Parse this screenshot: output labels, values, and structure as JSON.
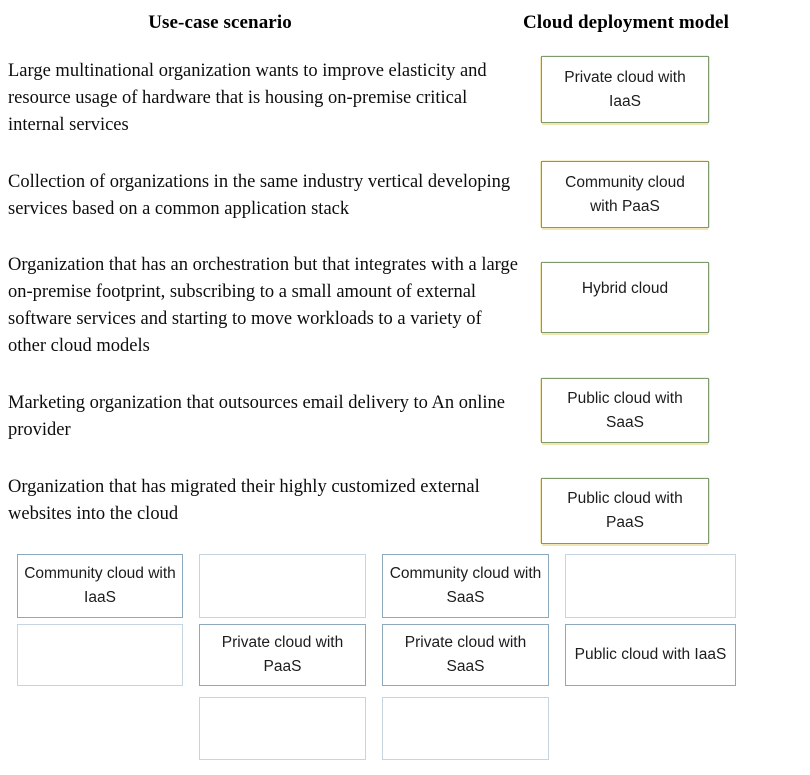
{
  "headers": {
    "usecase": "Use-case scenario",
    "model": "Cloud deployment model"
  },
  "scenarios": [
    {
      "id": "scenario-1",
      "text": "Large multinational organization wants to improve elasticity and resource usage of hardware that is housing on-premise critical internal services"
    },
    {
      "id": "scenario-2",
      "text": "Collection of organizations in the same industry vertical developing services based on a common application stack"
    },
    {
      "id": "scenario-3",
      "text": "Organization that has an orchestration but that integrates with a large on-premise footprint, subscribing to a small amount of external software services and starting to move workloads to a variety of other cloud models"
    },
    {
      "id": "scenario-4",
      "text": "Marketing organization that outsources email delivery to An online provider"
    },
    {
      "id": "scenario-5",
      "text": "Organization that has migrated their highly customized external websites into the cloud"
    }
  ],
  "answers": [
    {
      "id": "answer-1",
      "label": "Private cloud with IaaS"
    },
    {
      "id": "answer-2",
      "label": "Community cloud with PaaS"
    },
    {
      "id": "answer-3",
      "label": "Hybrid cloud"
    },
    {
      "id": "answer-4",
      "label": "Public cloud with SaaS"
    },
    {
      "id": "answer-5",
      "label": "Public cloud with PaaS"
    }
  ],
  "option_pool": [
    {
      "id": "option-r1c1",
      "label": "Community cloud with IaaS",
      "filled": true
    },
    {
      "id": "option-r1c2",
      "label": "",
      "filled": false
    },
    {
      "id": "option-r1c3",
      "label": "Community cloud with SaaS",
      "filled": true
    },
    {
      "id": "option-r1c4",
      "label": "",
      "filled": false
    },
    {
      "id": "option-r2c1",
      "label": "",
      "filled": false
    },
    {
      "id": "option-r2c2",
      "label": "Private cloud with PaaS",
      "filled": true
    },
    {
      "id": "option-r2c3",
      "label": "Private cloud with SaaS",
      "filled": true
    },
    {
      "id": "option-r2c4",
      "label": "Public cloud with IaaS",
      "filled": true
    },
    {
      "id": "option-r3c2",
      "label": "",
      "filled": false
    },
    {
      "id": "option-r3c3",
      "label": "",
      "filled": false
    }
  ],
  "colors": {
    "target_border": "#7f9a6e",
    "target_glow": "#f2e6b0",
    "pool_border": "#c7d5e0",
    "pool_border_filled": "#8da9bd",
    "text": "#1c1c1c",
    "background": "#ffffff"
  }
}
